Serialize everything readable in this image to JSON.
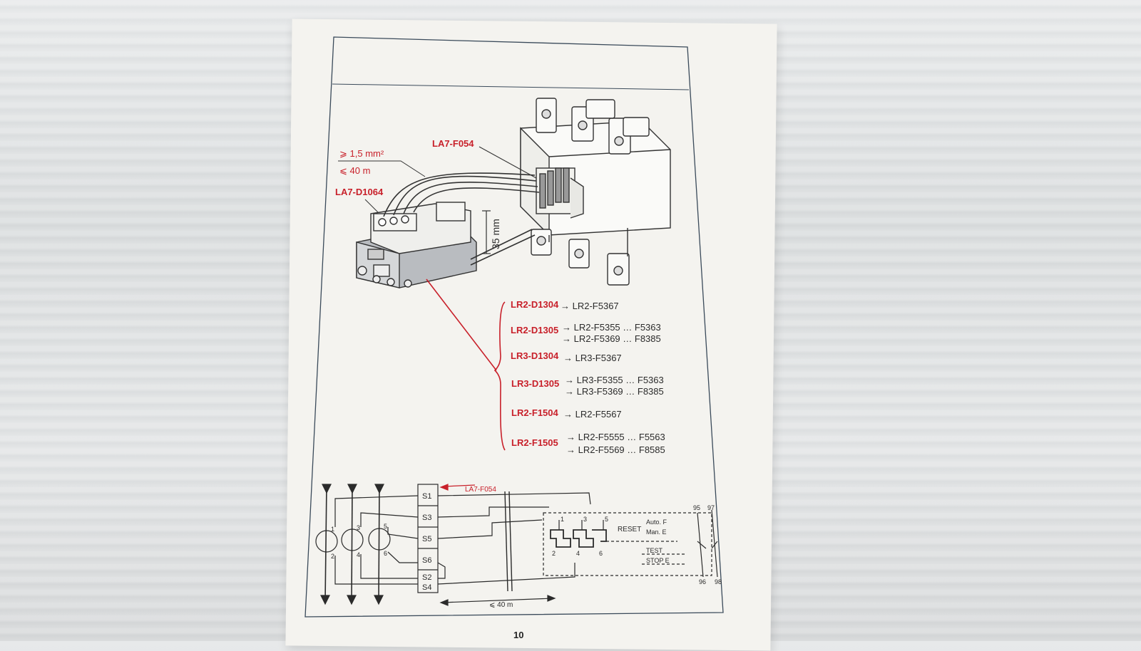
{
  "wire": {
    "section": "⩾ 1,5 mm²",
    "length": "⩽ 40 m"
  },
  "labels": {
    "la7_f054": "LA7-F054",
    "la7_d1064": "LA7-D1064",
    "dim_35": "35 mm"
  },
  "compat": [
    {
      "from": "LR2-D1304",
      "to": [
        "→ LR2-F5367"
      ]
    },
    {
      "from": "LR2-D1305",
      "to": [
        "→ LR2-F5355 … F5363",
        "→ LR2-F5369 … F8385"
      ]
    },
    {
      "from": "LR3-D1304",
      "to": [
        "→ LR3-F5367"
      ]
    },
    {
      "from": "LR3-D1305",
      "to": [
        "→ LR3-F5355 … F5363",
        "→ LR3-F5369 … F8385"
      ]
    },
    {
      "from": "LR2-F1504",
      "to": [
        "→ LR2-F5567"
      ]
    },
    {
      "from": "LR2-F1505",
      "to": [
        "→ LR2-F5555 … F5563",
        "→ LR2-F5569 … F8585"
      ]
    }
  ],
  "schematic": {
    "la7": "LA7-F054",
    "terminals": [
      "S1",
      "S3",
      "S5",
      "S6",
      "S2",
      "S4"
    ],
    "ct_terms": [
      "1",
      "2",
      "3",
      "4",
      "5",
      "6"
    ],
    "relay_terms": [
      "1",
      "2",
      "3",
      "4",
      "5",
      "6"
    ],
    "reset": "RESET",
    "auto": "Auto. F",
    "man": "Man. E",
    "test": "TEST",
    "stop": "STOP E",
    "contacts": [
      "95",
      "97",
      "96",
      "98"
    ],
    "distance": "⩽ 40 m"
  },
  "page_number": "10"
}
